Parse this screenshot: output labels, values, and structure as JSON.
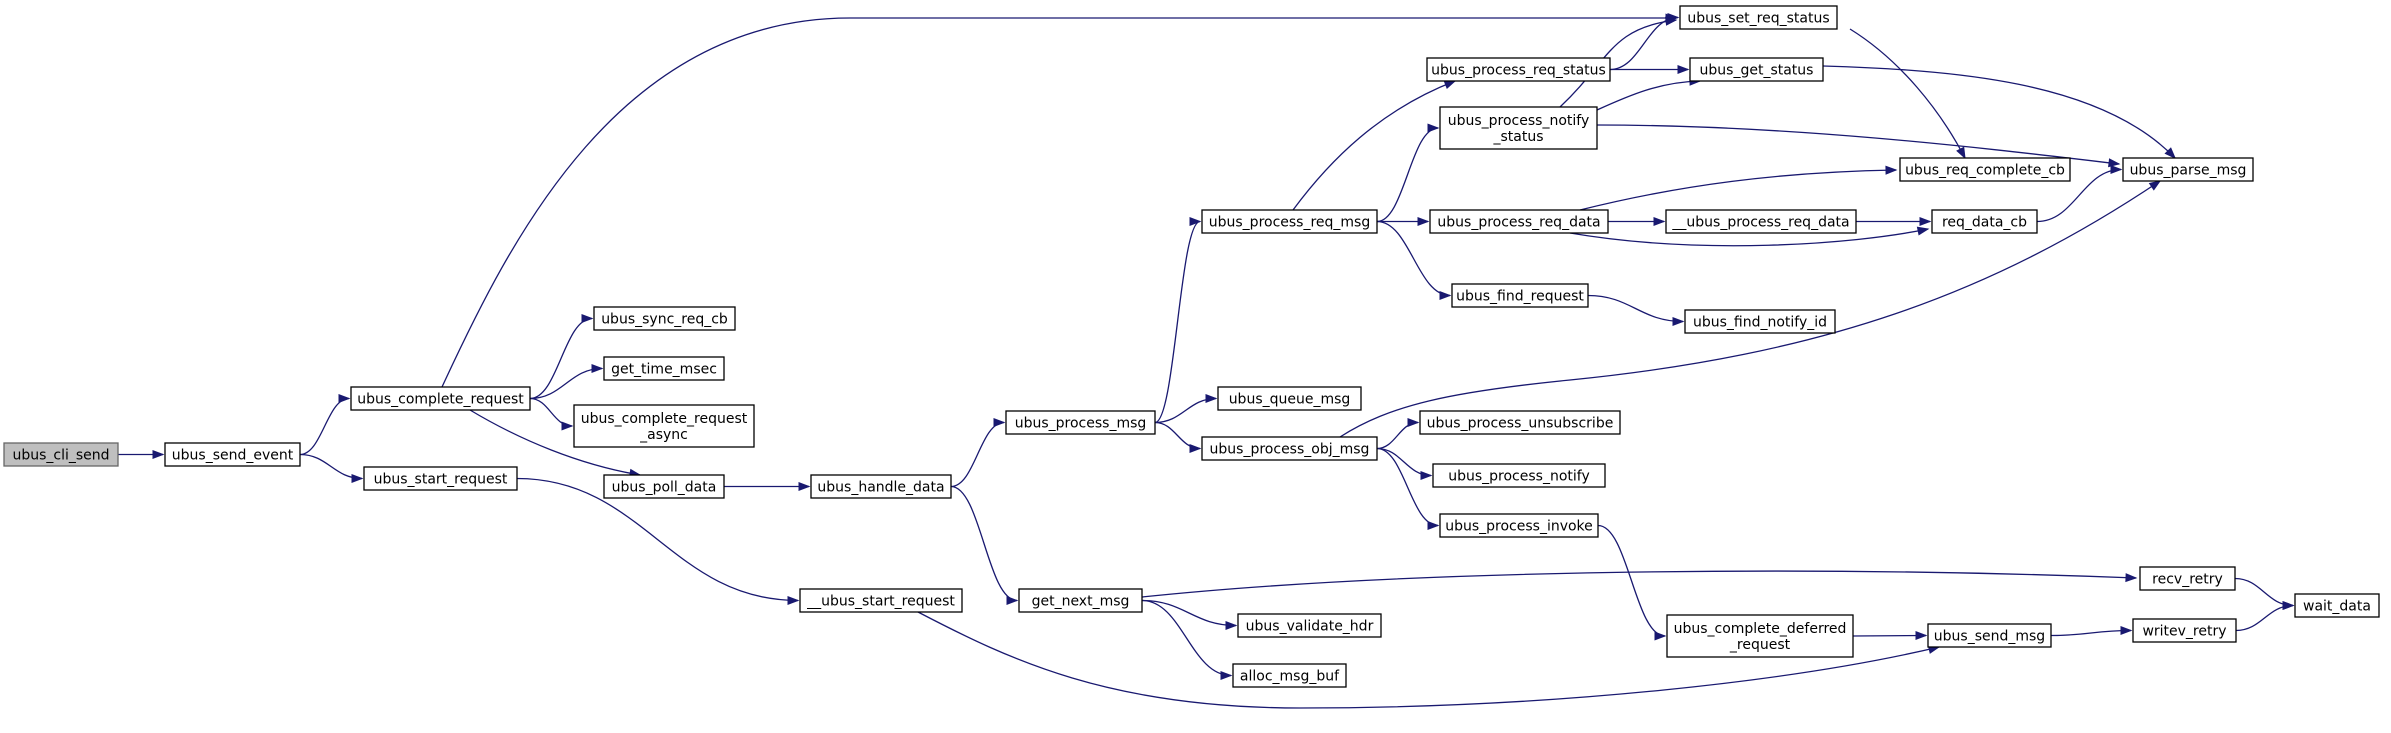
{
  "colors": {
    "edge": "#191970",
    "root_fill": "#bfbfbf",
    "node_fill": "#ffffff",
    "node_border": "#000000"
  },
  "nodes": [
    {
      "id": "ubus_cli_send",
      "lines": [
        "ubus_cli_send"
      ],
      "root": true
    },
    {
      "id": "ubus_send_event",
      "lines": [
        "ubus_send_event"
      ]
    },
    {
      "id": "ubus_complete_request",
      "lines": [
        "ubus_complete_request"
      ]
    },
    {
      "id": "ubus_start_request",
      "lines": [
        "ubus_start_request"
      ]
    },
    {
      "id": "ubus_sync_req_cb",
      "lines": [
        "ubus_sync_req_cb"
      ]
    },
    {
      "id": "get_time_msec",
      "lines": [
        "get_time_msec"
      ]
    },
    {
      "id": "ubus_complete_request_async",
      "lines": [
        "ubus_complete_request",
        "_async"
      ]
    },
    {
      "id": "ubus_poll_data",
      "lines": [
        "ubus_poll_data"
      ]
    },
    {
      "id": "__ubus_start_request",
      "lines": [
        "__ubus_start_request"
      ]
    },
    {
      "id": "ubus_handle_data",
      "lines": [
        "ubus_handle_data"
      ]
    },
    {
      "id": "ubus_process_msg",
      "lines": [
        "ubus_process_msg"
      ]
    },
    {
      "id": "get_next_msg",
      "lines": [
        "get_next_msg"
      ]
    },
    {
      "id": "ubus_process_req_msg",
      "lines": [
        "ubus_process_req_msg"
      ]
    },
    {
      "id": "ubus_queue_msg",
      "lines": [
        "ubus_queue_msg"
      ]
    },
    {
      "id": "ubus_process_obj_msg",
      "lines": [
        "ubus_process_obj_msg"
      ]
    },
    {
      "id": "ubus_validate_hdr",
      "lines": [
        "ubus_validate_hdr"
      ]
    },
    {
      "id": "alloc_msg_buf",
      "lines": [
        "alloc_msg_buf"
      ]
    },
    {
      "id": "ubus_process_req_status",
      "lines": [
        "ubus_process_req_status"
      ]
    },
    {
      "id": "ubus_process_notify_status",
      "lines": [
        "ubus_process_notify",
        "_status"
      ]
    },
    {
      "id": "ubus_process_req_data",
      "lines": [
        "ubus_process_req_data"
      ]
    },
    {
      "id": "ubus_find_request",
      "lines": [
        "ubus_find_request"
      ]
    },
    {
      "id": "ubus_process_unsubscribe",
      "lines": [
        "ubus_process_unsubscribe"
      ]
    },
    {
      "id": "ubus_process_notify",
      "lines": [
        "ubus_process_notify"
      ]
    },
    {
      "id": "ubus_process_invoke",
      "lines": [
        "ubus_process_invoke"
      ]
    },
    {
      "id": "ubus_set_req_status",
      "lines": [
        "ubus_set_req_status"
      ]
    },
    {
      "id": "ubus_get_status",
      "lines": [
        "ubus_get_status"
      ]
    },
    {
      "id": "__ubus_process_req_data",
      "lines": [
        "__ubus_process_req_data"
      ]
    },
    {
      "id": "ubus_find_notify_id",
      "lines": [
        "ubus_find_notify_id"
      ]
    },
    {
      "id": "ubus_complete_deferred_request",
      "lines": [
        "ubus_complete_deferred",
        "_request"
      ]
    },
    {
      "id": "recv_retry",
      "lines": [
        "recv_retry"
      ]
    },
    {
      "id": "ubus_req_complete_cb",
      "lines": [
        "ubus_req_complete_cb"
      ]
    },
    {
      "id": "req_data_cb",
      "lines": [
        "req_data_cb"
      ]
    },
    {
      "id": "ubus_send_msg",
      "lines": [
        "ubus_send_msg"
      ]
    },
    {
      "id": "writev_retry",
      "lines": [
        "writev_retry"
      ]
    },
    {
      "id": "ubus_parse_msg",
      "lines": [
        "ubus_parse_msg"
      ]
    },
    {
      "id": "wait_data",
      "lines": [
        "wait_data"
      ]
    }
  ],
  "edges": [
    [
      "ubus_cli_send",
      "ubus_send_event"
    ],
    [
      "ubus_send_event",
      "ubus_complete_request"
    ],
    [
      "ubus_send_event",
      "ubus_start_request"
    ],
    [
      "ubus_complete_request",
      "ubus_set_req_status"
    ],
    [
      "ubus_complete_request",
      "ubus_sync_req_cb"
    ],
    [
      "ubus_complete_request",
      "get_time_msec"
    ],
    [
      "ubus_complete_request",
      "ubus_complete_request_async"
    ],
    [
      "ubus_complete_request",
      "ubus_poll_data"
    ],
    [
      "ubus_start_request",
      "__ubus_start_request"
    ],
    [
      "ubus_poll_data",
      "ubus_handle_data"
    ],
    [
      "__ubus_start_request",
      "ubus_send_msg"
    ],
    [
      "ubus_handle_data",
      "ubus_process_msg"
    ],
    [
      "ubus_handle_data",
      "get_next_msg"
    ],
    [
      "ubus_process_msg",
      "ubus_process_req_msg"
    ],
    [
      "ubus_process_msg",
      "ubus_queue_msg"
    ],
    [
      "ubus_process_msg",
      "ubus_process_obj_msg"
    ],
    [
      "get_next_msg",
      "recv_retry"
    ],
    [
      "get_next_msg",
      "ubus_validate_hdr"
    ],
    [
      "get_next_msg",
      "alloc_msg_buf"
    ],
    [
      "ubus_process_req_msg",
      "ubus_process_req_status"
    ],
    [
      "ubus_process_req_msg",
      "ubus_process_notify_status"
    ],
    [
      "ubus_process_req_msg",
      "ubus_process_req_data"
    ],
    [
      "ubus_process_req_msg",
      "ubus_find_request"
    ],
    [
      "ubus_process_obj_msg",
      "ubus_parse_msg"
    ],
    [
      "ubus_process_obj_msg",
      "ubus_process_unsubscribe"
    ],
    [
      "ubus_process_obj_msg",
      "ubus_process_notify"
    ],
    [
      "ubus_process_obj_msg",
      "ubus_process_invoke"
    ],
    [
      "ubus_process_req_status",
      "ubus_set_req_status"
    ],
    [
      "ubus_process_req_status",
      "ubus_get_status"
    ],
    [
      "ubus_process_notify_status",
      "ubus_set_req_status"
    ],
    [
      "ubus_process_notify_status",
      "ubus_get_status"
    ],
    [
      "ubus_process_notify_status",
      "ubus_parse_msg"
    ],
    [
      "ubus_process_req_data",
      "ubus_req_complete_cb"
    ],
    [
      "ubus_process_req_data",
      "__ubus_process_req_data"
    ],
    [
      "ubus_process_req_data",
      "req_data_cb"
    ],
    [
      "ubus_find_request",
      "ubus_find_notify_id"
    ],
    [
      "ubus_process_invoke",
      "ubus_complete_deferred_request"
    ],
    [
      "ubus_set_req_status",
      "ubus_req_complete_cb"
    ],
    [
      "ubus_get_status",
      "ubus_parse_msg"
    ],
    [
      "__ubus_process_req_data",
      "req_data_cb"
    ],
    [
      "req_data_cb",
      "ubus_parse_msg"
    ],
    [
      "ubus_complete_deferred_request",
      "ubus_send_msg"
    ],
    [
      "recv_retry",
      "wait_data"
    ],
    [
      "ubus_send_msg",
      "writev_retry"
    ],
    [
      "writev_retry",
      "wait_data"
    ]
  ]
}
